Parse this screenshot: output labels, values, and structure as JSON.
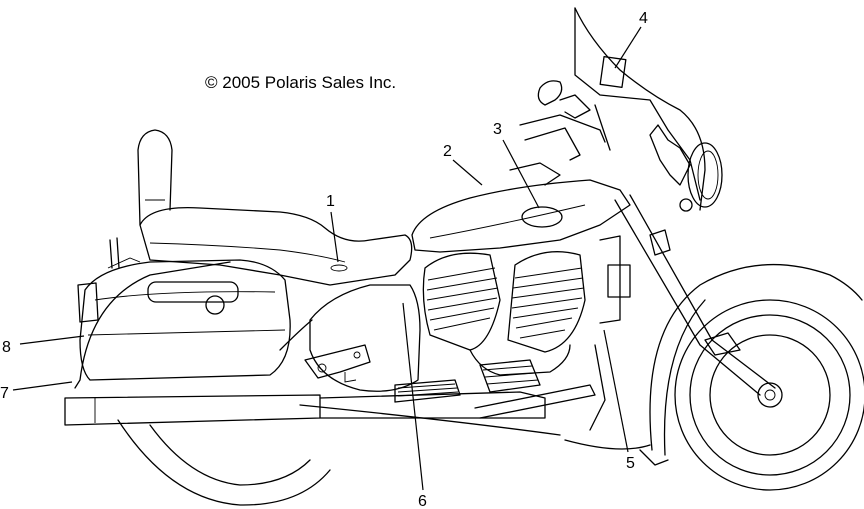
{
  "copyright": "© 2005 Polaris Sales Inc.",
  "callouts": [
    "1",
    "2",
    "3",
    "4",
    "5",
    "6",
    "7",
    "8"
  ]
}
